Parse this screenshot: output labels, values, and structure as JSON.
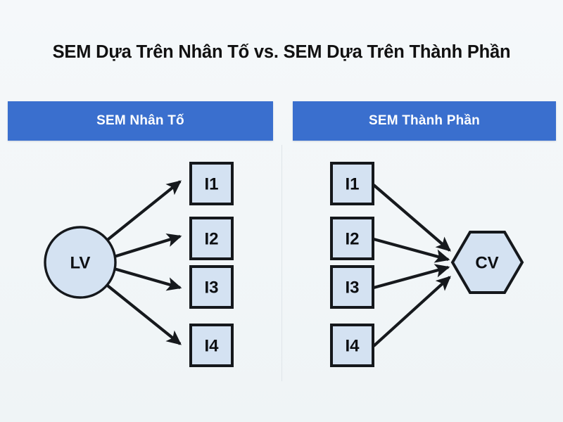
{
  "page": {
    "title": "SEM Dựa Trên Nhân Tố vs. SEM Dựa Trên Thành Phần",
    "background_color": "#f3f7f9",
    "accent_color": "#3a6fce",
    "node_fill_color": "#d4e2f2",
    "node_stroke_color": "#15181c"
  },
  "panels": [
    {
      "id": "factor-based",
      "header_label": "SEM Nhân Tố",
      "construct": {
        "label": "LV",
        "shape": "circle"
      },
      "indicators": [
        {
          "label": "I1"
        },
        {
          "label": "I2"
        },
        {
          "label": "I3"
        },
        {
          "label": "I4"
        }
      ],
      "arrow_direction": "construct-to-indicators"
    },
    {
      "id": "composite-based",
      "header_label": "SEM Thành Phần",
      "construct": {
        "label": "CV",
        "shape": "hexagon"
      },
      "indicators": [
        {
          "label": "I1"
        },
        {
          "label": "I2"
        },
        {
          "label": "I3"
        },
        {
          "label": "I4"
        }
      ],
      "arrow_direction": "indicators-to-construct"
    }
  ],
  "chart_data": {
    "type": "diagram",
    "title": "SEM Dựa Trên Nhân Tố vs. SEM Dựa Trên Thành Phần",
    "panels": [
      {
        "name": "SEM Nhân Tố",
        "nodes": [
          "LV",
          "I1",
          "I2",
          "I3",
          "I4"
        ],
        "edges": [
          {
            "from": "LV",
            "to": "I1"
          },
          {
            "from": "LV",
            "to": "I2"
          },
          {
            "from": "LV",
            "to": "I3"
          },
          {
            "from": "LV",
            "to": "I4"
          }
        ]
      },
      {
        "name": "SEM Thành Phần",
        "nodes": [
          "I1",
          "I2",
          "I3",
          "I4",
          "CV"
        ],
        "edges": [
          {
            "from": "I1",
            "to": "CV"
          },
          {
            "from": "I2",
            "to": "CV"
          },
          {
            "from": "I3",
            "to": "CV"
          },
          {
            "from": "I4",
            "to": "CV"
          }
        ]
      }
    ]
  }
}
